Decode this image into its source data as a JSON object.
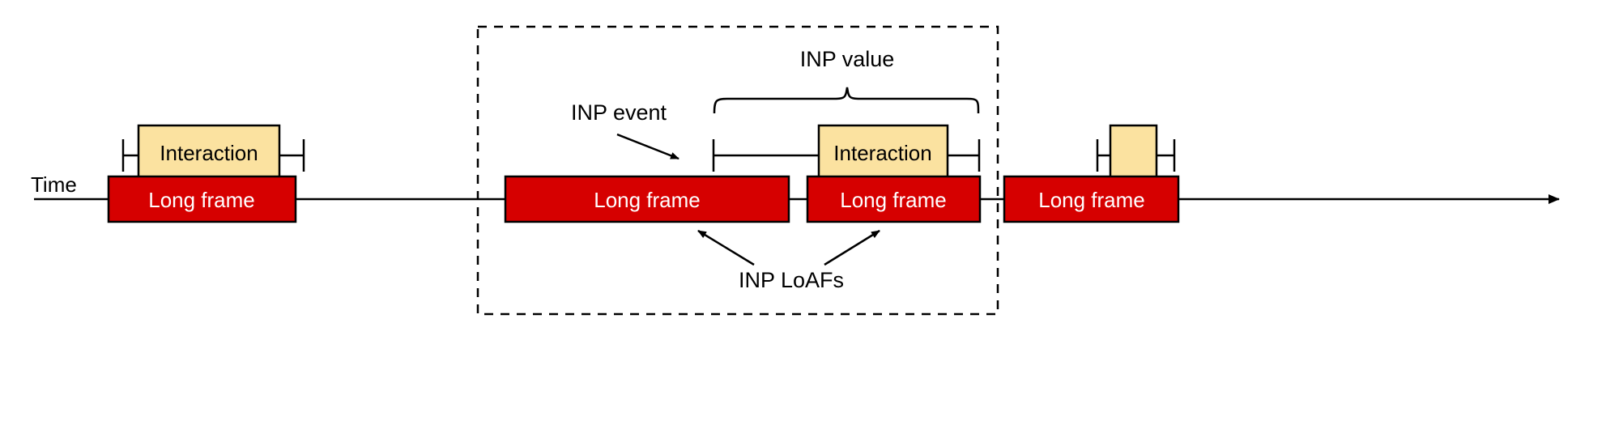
{
  "diagram": {
    "title_axis_label": "Time",
    "colors": {
      "long_frame_fill": "#d60000",
      "long_frame_stroke": "#000000",
      "interaction_fill": "#fbe2a0",
      "interaction_stroke": "#000000",
      "line": "#000000",
      "long_frame_text": "#ffffff",
      "interaction_text": "#000000",
      "background": "#ffffff",
      "dashed_group": "#000000"
    },
    "labels": {
      "time": "Time",
      "inp_event": "INP event",
      "inp_value": "INP value",
      "inp_loafs": "INP LoAFs"
    },
    "frames": [
      {
        "id": "frame-1",
        "label": "Long frame",
        "group": "left"
      },
      {
        "id": "frame-2",
        "label": "Long frame",
        "group": "inp"
      },
      {
        "id": "frame-3",
        "label": "Long frame",
        "group": "inp"
      },
      {
        "id": "frame-4",
        "label": "Long frame",
        "group": "right"
      }
    ],
    "interactions": [
      {
        "id": "interaction-1",
        "label": "Interaction",
        "group": "left"
      },
      {
        "id": "interaction-2",
        "label": "Interaction",
        "group": "inp"
      },
      {
        "id": "interaction-3",
        "label": "",
        "group": "right"
      }
    ],
    "annotations": [
      {
        "id": "inp-event",
        "label": "INP event",
        "kind": "arrow-callout"
      },
      {
        "id": "inp-value",
        "label": "INP value",
        "kind": "brace-callout"
      },
      {
        "id": "inp-loafs",
        "label": "INP LoAFs",
        "kind": "double-arrow-callout"
      }
    ]
  }
}
